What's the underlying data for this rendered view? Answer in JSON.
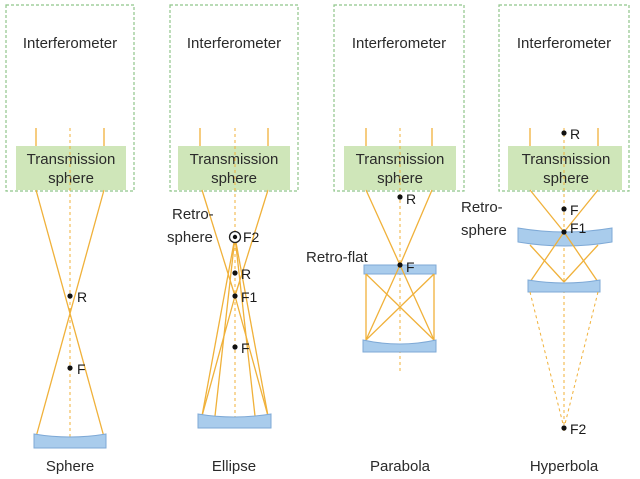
{
  "interferometer_label": "Interferometer",
  "transmission_sphere_line1": "Transmission",
  "transmission_sphere_line2": "sphere",
  "retro_sphere_line1": "Retro-",
  "retro_sphere_line2": "sphere",
  "retro_flat_label": "Retro-flat",
  "panels": [
    {
      "caption": "Sphere"
    },
    {
      "caption": "Ellipse"
    },
    {
      "caption": "Parabola"
    },
    {
      "caption": "Hyperbola"
    }
  ],
  "point_labels": {
    "R": "R",
    "F": "F",
    "F1": "F1",
    "F2": "F2"
  },
  "colors": {
    "box_border": "#8fc58a",
    "transmission_sphere": "#cfe6b9",
    "ray": "#f0b13a",
    "mirror": "#a9ccec"
  }
}
